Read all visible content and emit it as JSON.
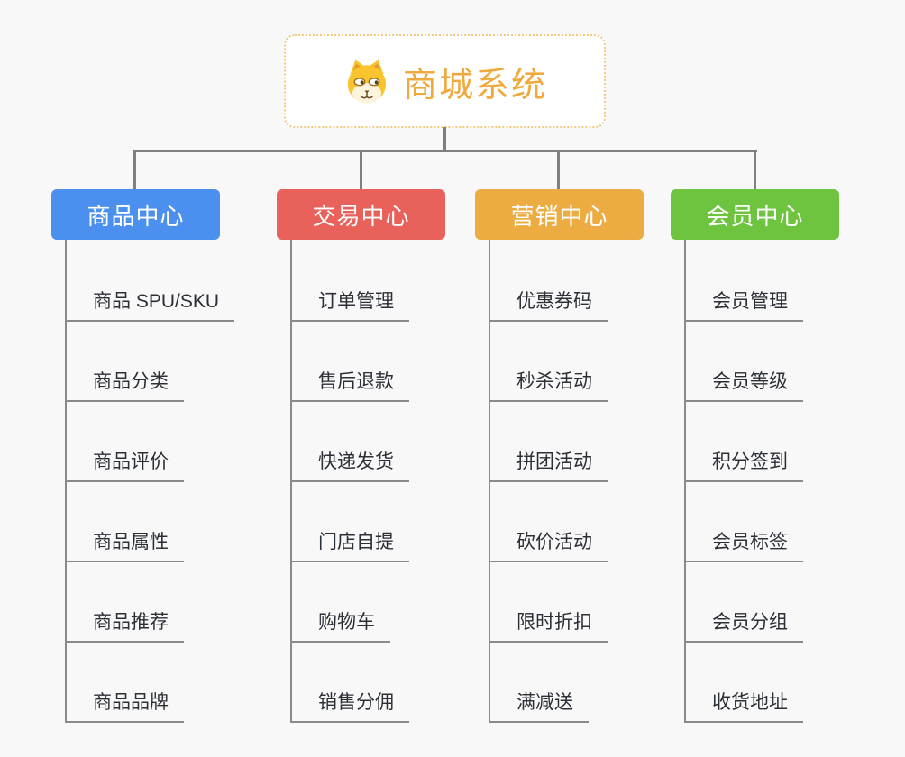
{
  "root": {
    "title": "商城系统",
    "icon": "dog-face-icon"
  },
  "colors": {
    "background": "#f8f8f8",
    "connector_line": "#7f7f7f",
    "item_underline": "#8a8a8a",
    "root_border": "#f3c87e",
    "root_text": "#f0a93c",
    "item_text": "#2b2f36",
    "branch_product": "#4b90ee",
    "branch_trade": "#e8615b",
    "branch_marketing": "#ecac41",
    "branch_member": "#6ec43f"
  },
  "branches": [
    {
      "title": "商品中心",
      "color": "#4b90ee",
      "items": [
        "商品 SPU/SKU",
        "商品分类",
        "商品评价",
        "商品属性",
        "商品推荐",
        "商品品牌"
      ]
    },
    {
      "title": "交易中心",
      "color": "#e8615b",
      "items": [
        "订单管理",
        "售后退款",
        "快递发货",
        "门店自提",
        "购物车",
        "销售分佣"
      ]
    },
    {
      "title": "营销中心",
      "color": "#ecac41",
      "items": [
        "优惠券码",
        "秒杀活动",
        "拼团活动",
        "砍价活动",
        "限时折扣",
        "满减送"
      ]
    },
    {
      "title": "会员中心",
      "color": "#6ec43f",
      "items": [
        "会员管理",
        "会员等级",
        "积分签到",
        "会员标签",
        "会员分组",
        "收货地址"
      ]
    }
  ]
}
